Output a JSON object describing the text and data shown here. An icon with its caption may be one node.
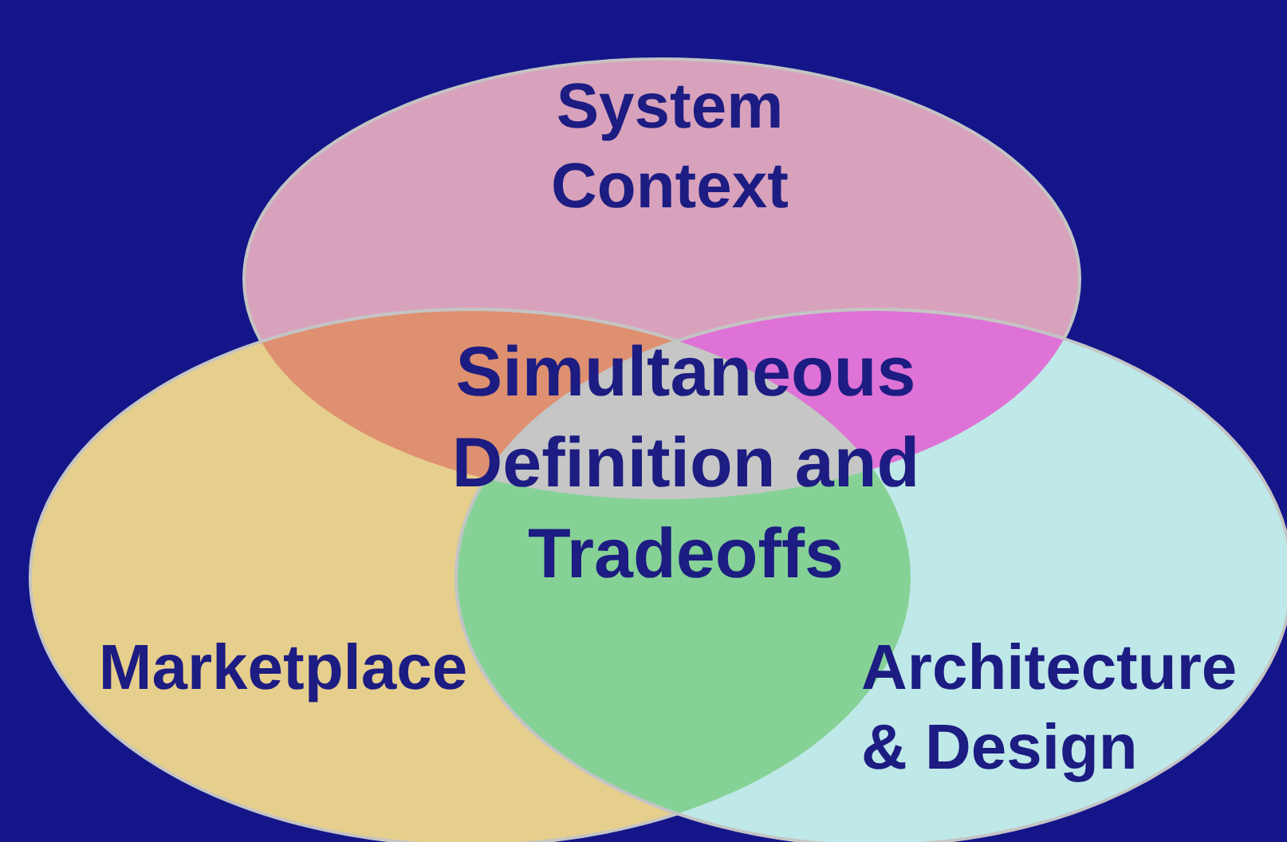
{
  "diagram": {
    "nodes": [
      {
        "text": [
          "System Context"
        ]
      },
      {
        "text": [
          "Marketplace"
        ]
      },
      {
        "text": [
          "Architecture & Design"
        ]
      }
    ],
    "labels": [
      "Simultaneous Definition and Tradeoffs"
    ]
  }
}
